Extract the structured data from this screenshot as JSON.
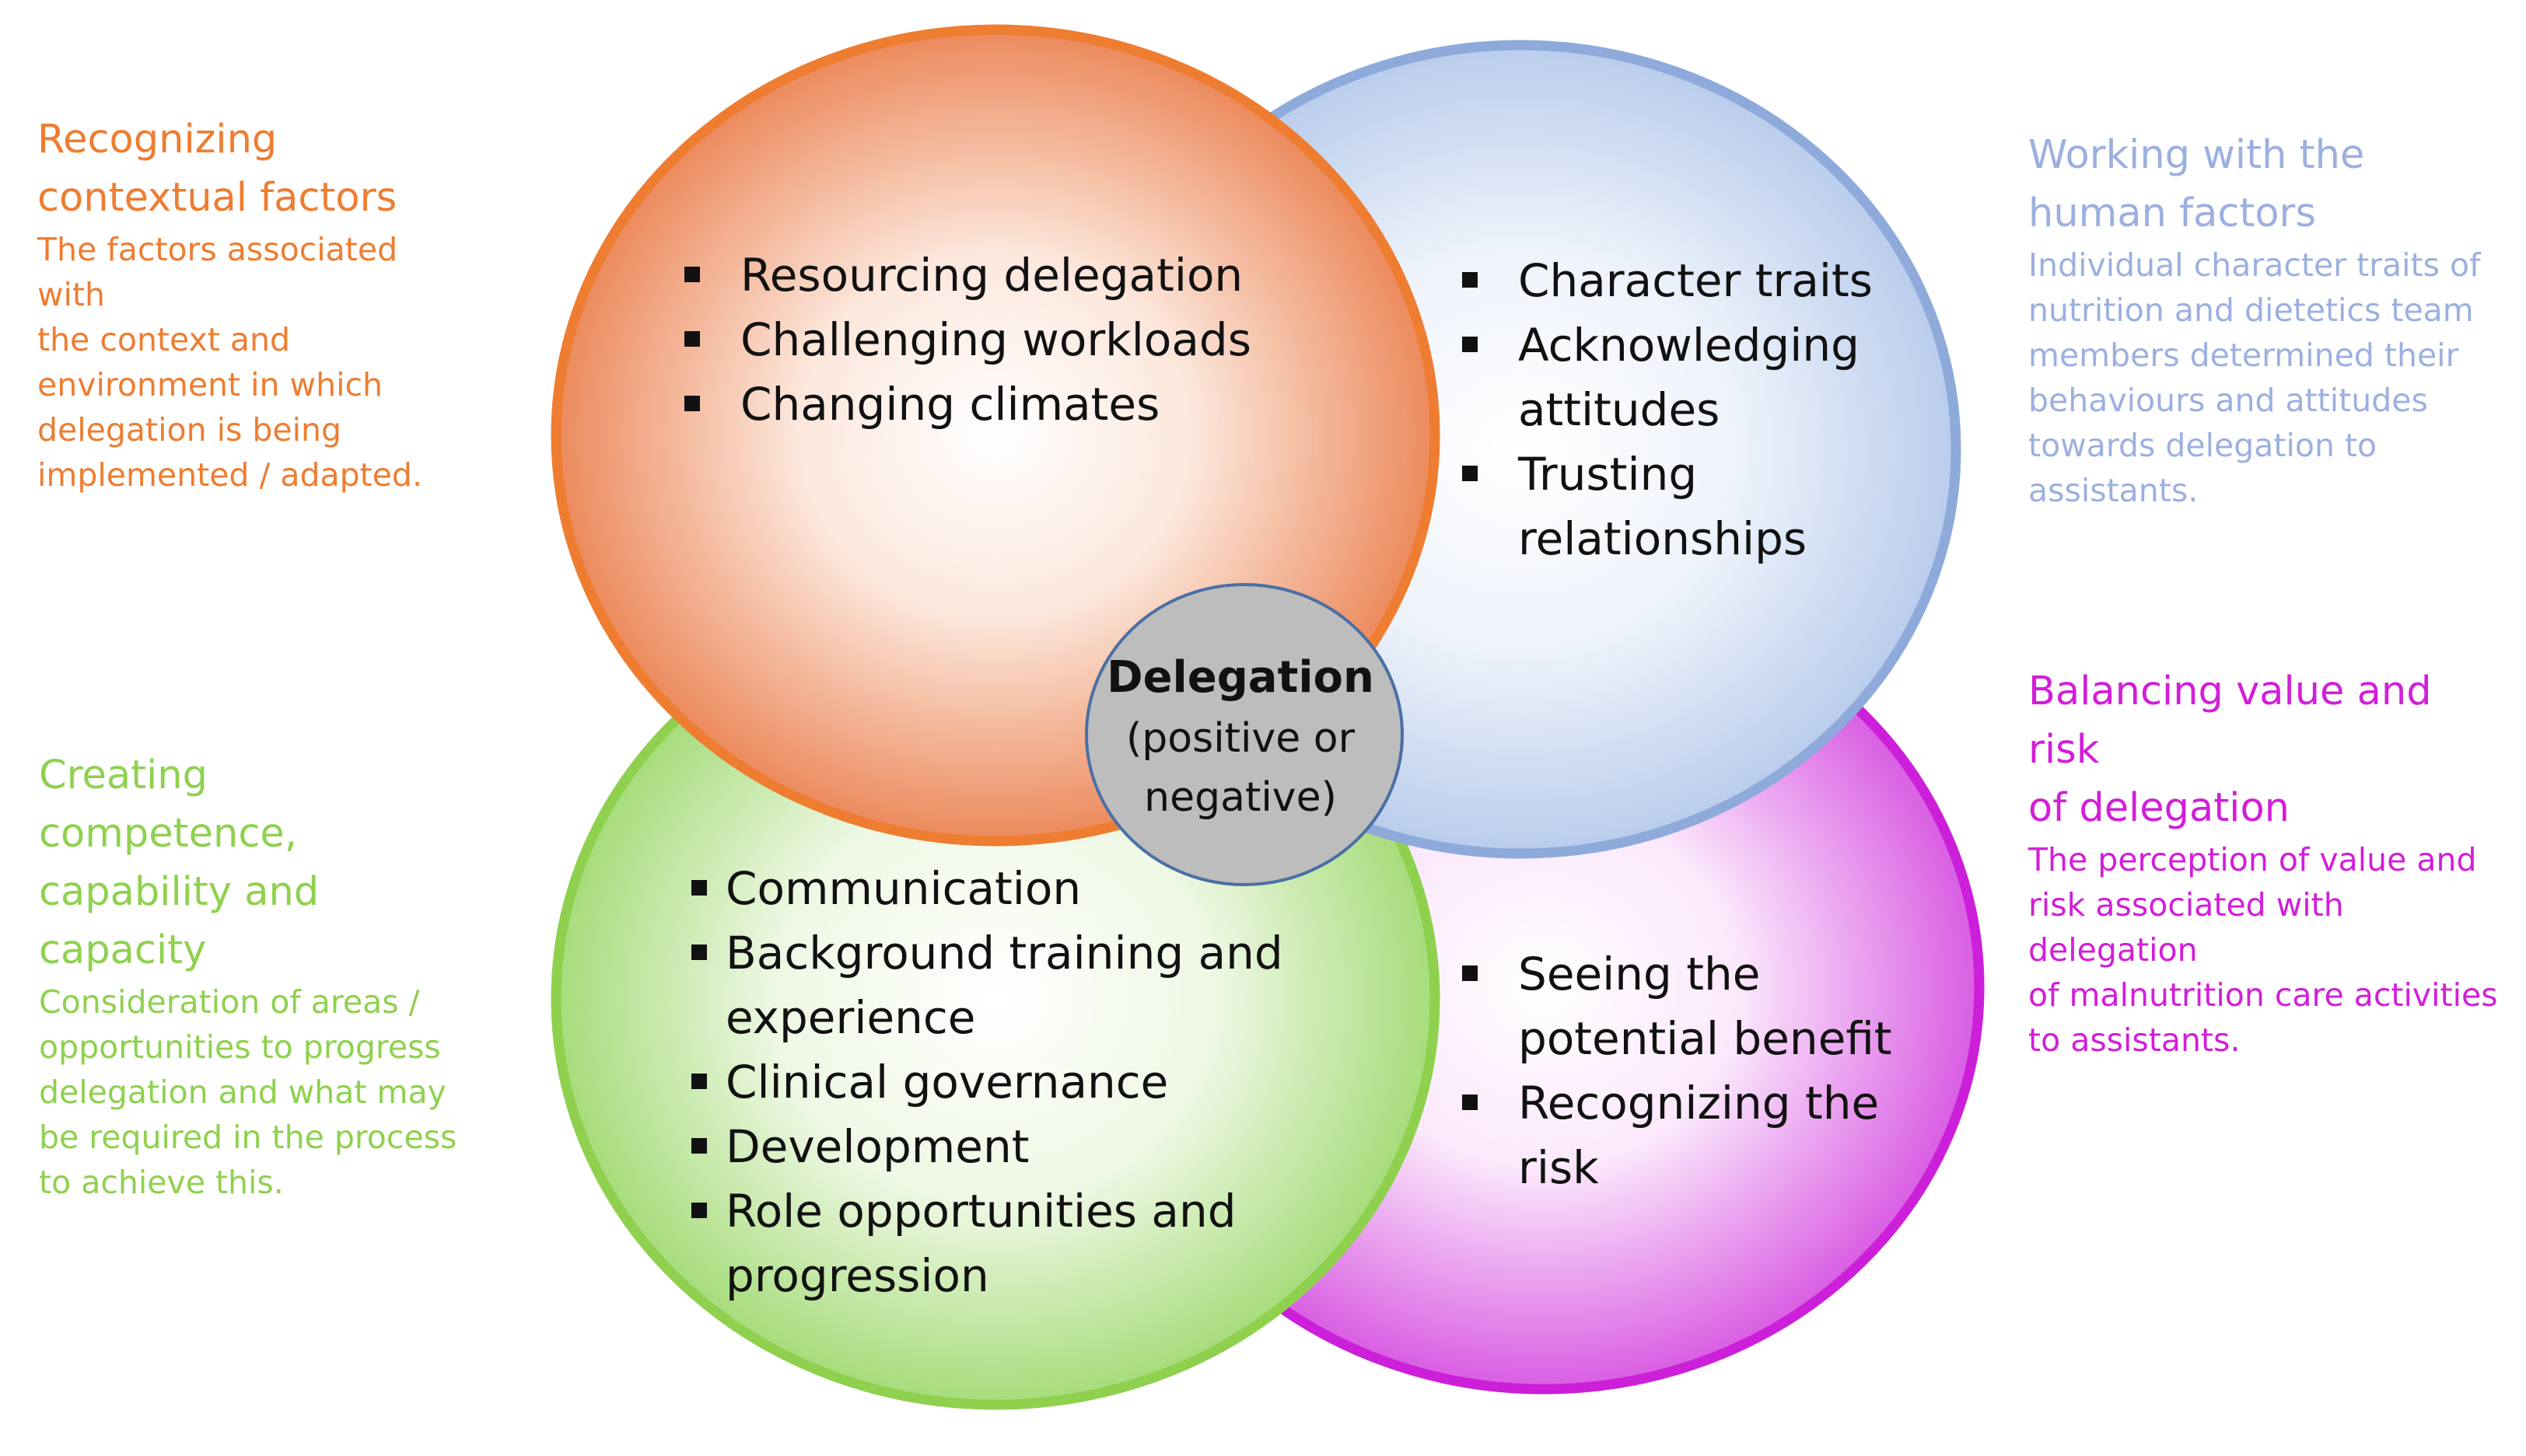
{
  "colors": {
    "orange": "#ee7d31",
    "blue": "#8eaadb",
    "green": "#8fd14f",
    "purple": "#cc1fd9",
    "center_fill": "#bdbdbd",
    "center_stroke": "#4a6fa5"
  },
  "center": {
    "title": "Delegation",
    "subtitle_line1": "(positive or",
    "subtitle_line2": "negative)"
  },
  "factors": {
    "contextual": {
      "heading_line1": "Recognizing",
      "heading_line2": "contextual factors",
      "desc_lines": [
        "The factors associated with",
        "the context and",
        "environment in which",
        "delegation is being",
        "implemented / adapted."
      ],
      "bullets": [
        "Resourcing delegation",
        "Challenging workloads",
        "Changing climates"
      ]
    },
    "human": {
      "heading_line1": "Working with the",
      "heading_line2": "human factors",
      "desc_lines": [
        "Individual character traits of",
        "nutrition and dietetics team",
        "members determined their",
        "behaviours and attitudes",
        "towards delegation to",
        "assistants."
      ],
      "bullets": [
        "Character traits",
        "Acknowledging attitudes",
        "Trusting relationships"
      ]
    },
    "competence": {
      "heading_lines": [
        "Creating",
        "competence,",
        "capability and",
        "capacity"
      ],
      "desc_lines": [
        "Consideration of areas /",
        "opportunities to progress",
        "delegation and what may",
        "be required in the process",
        "to achieve this."
      ],
      "bullets": [
        "Communication",
        "Background training and experience",
        "Clinical governance",
        "Development",
        "Role opportunities and progression"
      ]
    },
    "value_risk": {
      "heading_line1": "Balancing value and risk",
      "heading_line2": "of delegation",
      "desc_lines": [
        "The perception of value and",
        "risk associated with delegation",
        "of malnutrition care activities",
        "to assistants."
      ],
      "bullets": [
        "Seeing the potential benefit",
        "Recognizing the risk"
      ]
    }
  }
}
